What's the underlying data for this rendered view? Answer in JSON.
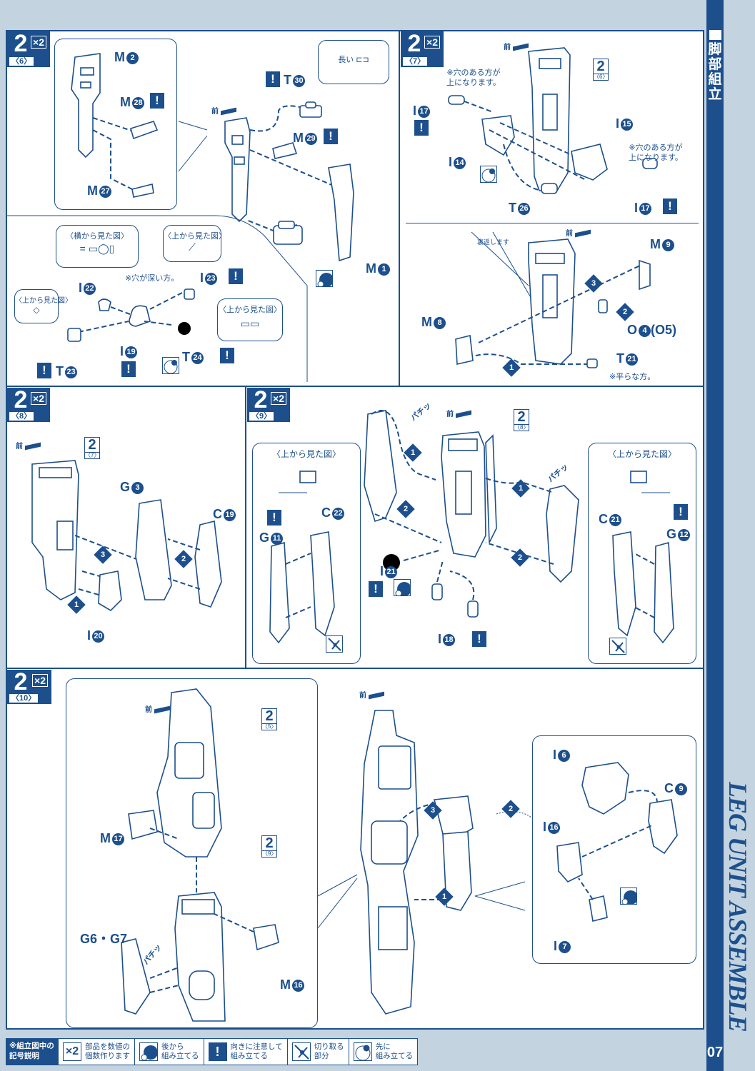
{
  "page": {
    "section_jp": "脚部組立",
    "section_en": "LEG UNIT ASSEMBLE",
    "page_number": "07",
    "front_label": "前",
    "accent_color": "#1c4f8c",
    "background_color": "#c3d3e0"
  },
  "steps": [
    {
      "id": "2-6",
      "number": "2",
      "sub": "〈6〉",
      "multiplier": "×2",
      "parts": [
        "M❷",
        "M㉘",
        "M㉗",
        "T㉚",
        "M㉙",
        "M❶",
        "I㉒",
        "I㉓",
        "I⑲",
        "T㉓",
        "T㉔"
      ],
      "labels": {
        "m2": "M",
        "m2n": "2",
        "m28": "M",
        "m28n": "28",
        "m27": "M",
        "m27n": "27",
        "t30": "T",
        "t30n": "30",
        "m29": "M",
        "m29n": "29",
        "m1": "M",
        "m1n": "1",
        "i22": "I",
        "i22n": "22",
        "i23": "I",
        "i23n": "23",
        "i19": "I",
        "i19n": "19",
        "t23": "T",
        "t23n": "23",
        "t24": "T",
        "t24n": "24"
      },
      "notes": {
        "long": "長い",
        "side_view": "〈横から見た図〉",
        "top_view_1": "〈上から見た図〉",
        "top_view_2": "〈上から見た図〉",
        "top_view_3": "〈上から見た図〉",
        "deep_hole": "※穴が深い方。"
      }
    },
    {
      "id": "2-7",
      "number": "2",
      "sub": "〈7〉",
      "multiplier": "×2",
      "ref": {
        "number": "2",
        "sub": "〈6〉"
      },
      "labels": {
        "i17a": "I",
        "i17an": "17",
        "i14": "I",
        "i14n": "14",
        "i15": "I",
        "i15n": "15",
        "t26": "T",
        "t26n": "26",
        "i17b": "I",
        "i17bn": "17",
        "m9": "M",
        "m9n": "9",
        "m8": "M",
        "m8n": "8",
        "o4": "O",
        "o4n": "4",
        "o5": "(O5)",
        "t21": "T",
        "t21n": "21"
      },
      "notes": {
        "hole_up_1": "※穴のある方が\n上になります。",
        "hole_up_2": "※穴のある方が\n上になります。",
        "flip": "裏返します",
        "flat_side": "※平らな方。"
      },
      "step_markers": [
        "1",
        "2",
        "3"
      ]
    },
    {
      "id": "2-8",
      "number": "2",
      "sub": "〈8〉",
      "multiplier": "×2",
      "ref": {
        "number": "2",
        "sub": "〈7〉"
      },
      "labels": {
        "g3": "G",
        "g3n": "3",
        "c19": "C",
        "c19n": "19",
        "i20": "I",
        "i20n": "20"
      },
      "step_markers": [
        "1",
        "2",
        "3"
      ]
    },
    {
      "id": "2-9",
      "number": "2",
      "sub": "〈9〉",
      "multiplier": "×2",
      "ref": {
        "number": "2",
        "sub": "〈8〉"
      },
      "labels": {
        "c22": "C",
        "c22n": "22",
        "g11": "G",
        "g11n": "11",
        "i21": "I",
        "i21n": "21",
        "i18": "I",
        "i18n": "18",
        "c21": "C",
        "c21n": "21",
        "g12": "G",
        "g12n": "12"
      },
      "notes": {
        "top_view_left": "〈上から見た図〉",
        "top_view_right": "〈上から見た図〉",
        "click_left": "パチッ",
        "click_right": "パチッ"
      },
      "step_markers": [
        "1",
        "1",
        "2",
        "2"
      ]
    },
    {
      "id": "2-10",
      "number": "2",
      "sub": "〈10〉",
      "multiplier": "×2",
      "ref_top": {
        "number": "2",
        "sub": "〈5〉"
      },
      "ref_mid": {
        "number": "2",
        "sub": "〈9〉"
      },
      "labels": {
        "m17": "M",
        "m17n": "17",
        "g6g7": "G6・G7",
        "m16": "M",
        "m16n": "16",
        "i6": "I",
        "i6n": "6",
        "c9": "C",
        "c9n": "9",
        "i16": "I",
        "i16n": "16",
        "i7": "I",
        "i7n": "7"
      },
      "notes": {
        "click": "パチッ"
      },
      "step_markers": [
        "1",
        "2",
        "3"
      ]
    }
  ],
  "legend": {
    "title": "※組立図中の\n記号説明",
    "items": [
      {
        "icon": "x2-icon",
        "glyph": "×2",
        "text": "部品を数値の\n個数作ります"
      },
      {
        "icon": "assemble-later-icon",
        "text": "後から\n組み立てる"
      },
      {
        "icon": "caution-orientation-icon",
        "glyph": "!",
        "text": "向きに注意して\n組み立てる"
      },
      {
        "icon": "nipper-cut-icon",
        "text": "切り取る\n部分"
      },
      {
        "icon": "assemble-first-icon",
        "text": "先に\n組み立てる"
      }
    ]
  }
}
